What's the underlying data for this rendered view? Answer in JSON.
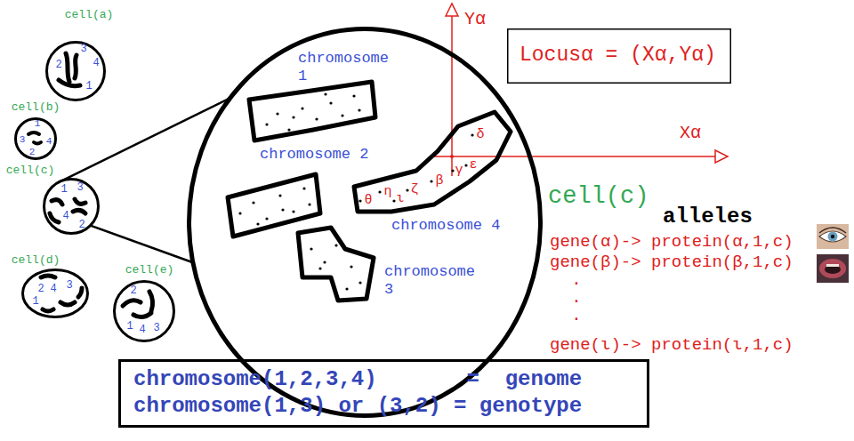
{
  "diagram": {
    "nodes": [
      {
        "text": [
          "cell(a)",
          "3",
          "2",
          "4",
          "1"
        ]
      },
      {
        "text": [
          "cell(b)",
          "1",
          "3",
          "4",
          "2"
        ]
      },
      {
        "text": [
          "cell(c)",
          "1",
          "3",
          "4",
          "2"
        ]
      },
      {
        "text": [
          "cell(d)",
          "2",
          "4",
          "3",
          "1"
        ]
      },
      {
        "text": [
          "cell(e)",
          "2",
          "1",
          "4",
          "3"
        ]
      },
      {
        "text": [
          "chromosome 1",
          "chromosome 2",
          "chromosome 4",
          "chromosome 3"
        ]
      },
      {
        "text": [
          "δ",
          "ε",
          "β",
          "γ",
          "ζ",
          "η",
          "ι",
          "θ"
        ],
        "in": 5
      },
      {
        "text": [
          "Locusα = (Xα,Yα)"
        ]
      },
      {
        "text": [
          "chromosome(1,2,3,4)       =  genome",
          "chromosome(1,3) or (3,2) = genotype"
        ]
      }
    ],
    "edges": [
      {
        "from": 2,
        "to": 5,
        "arrow": "none"
      },
      {
        "from": 2,
        "to": 5,
        "arrow": "none"
      }
    ],
    "labels": [
      "Yα",
      "Xα",
      "cell(c)",
      "alleles",
      "gene(α)-> protein(α,1,c)",
      "gene(β)-> protein(β,1,c)",
      ".",
      ".",
      ".",
      "gene(ι)-> protein(ι,1,c)"
    ]
  }
}
